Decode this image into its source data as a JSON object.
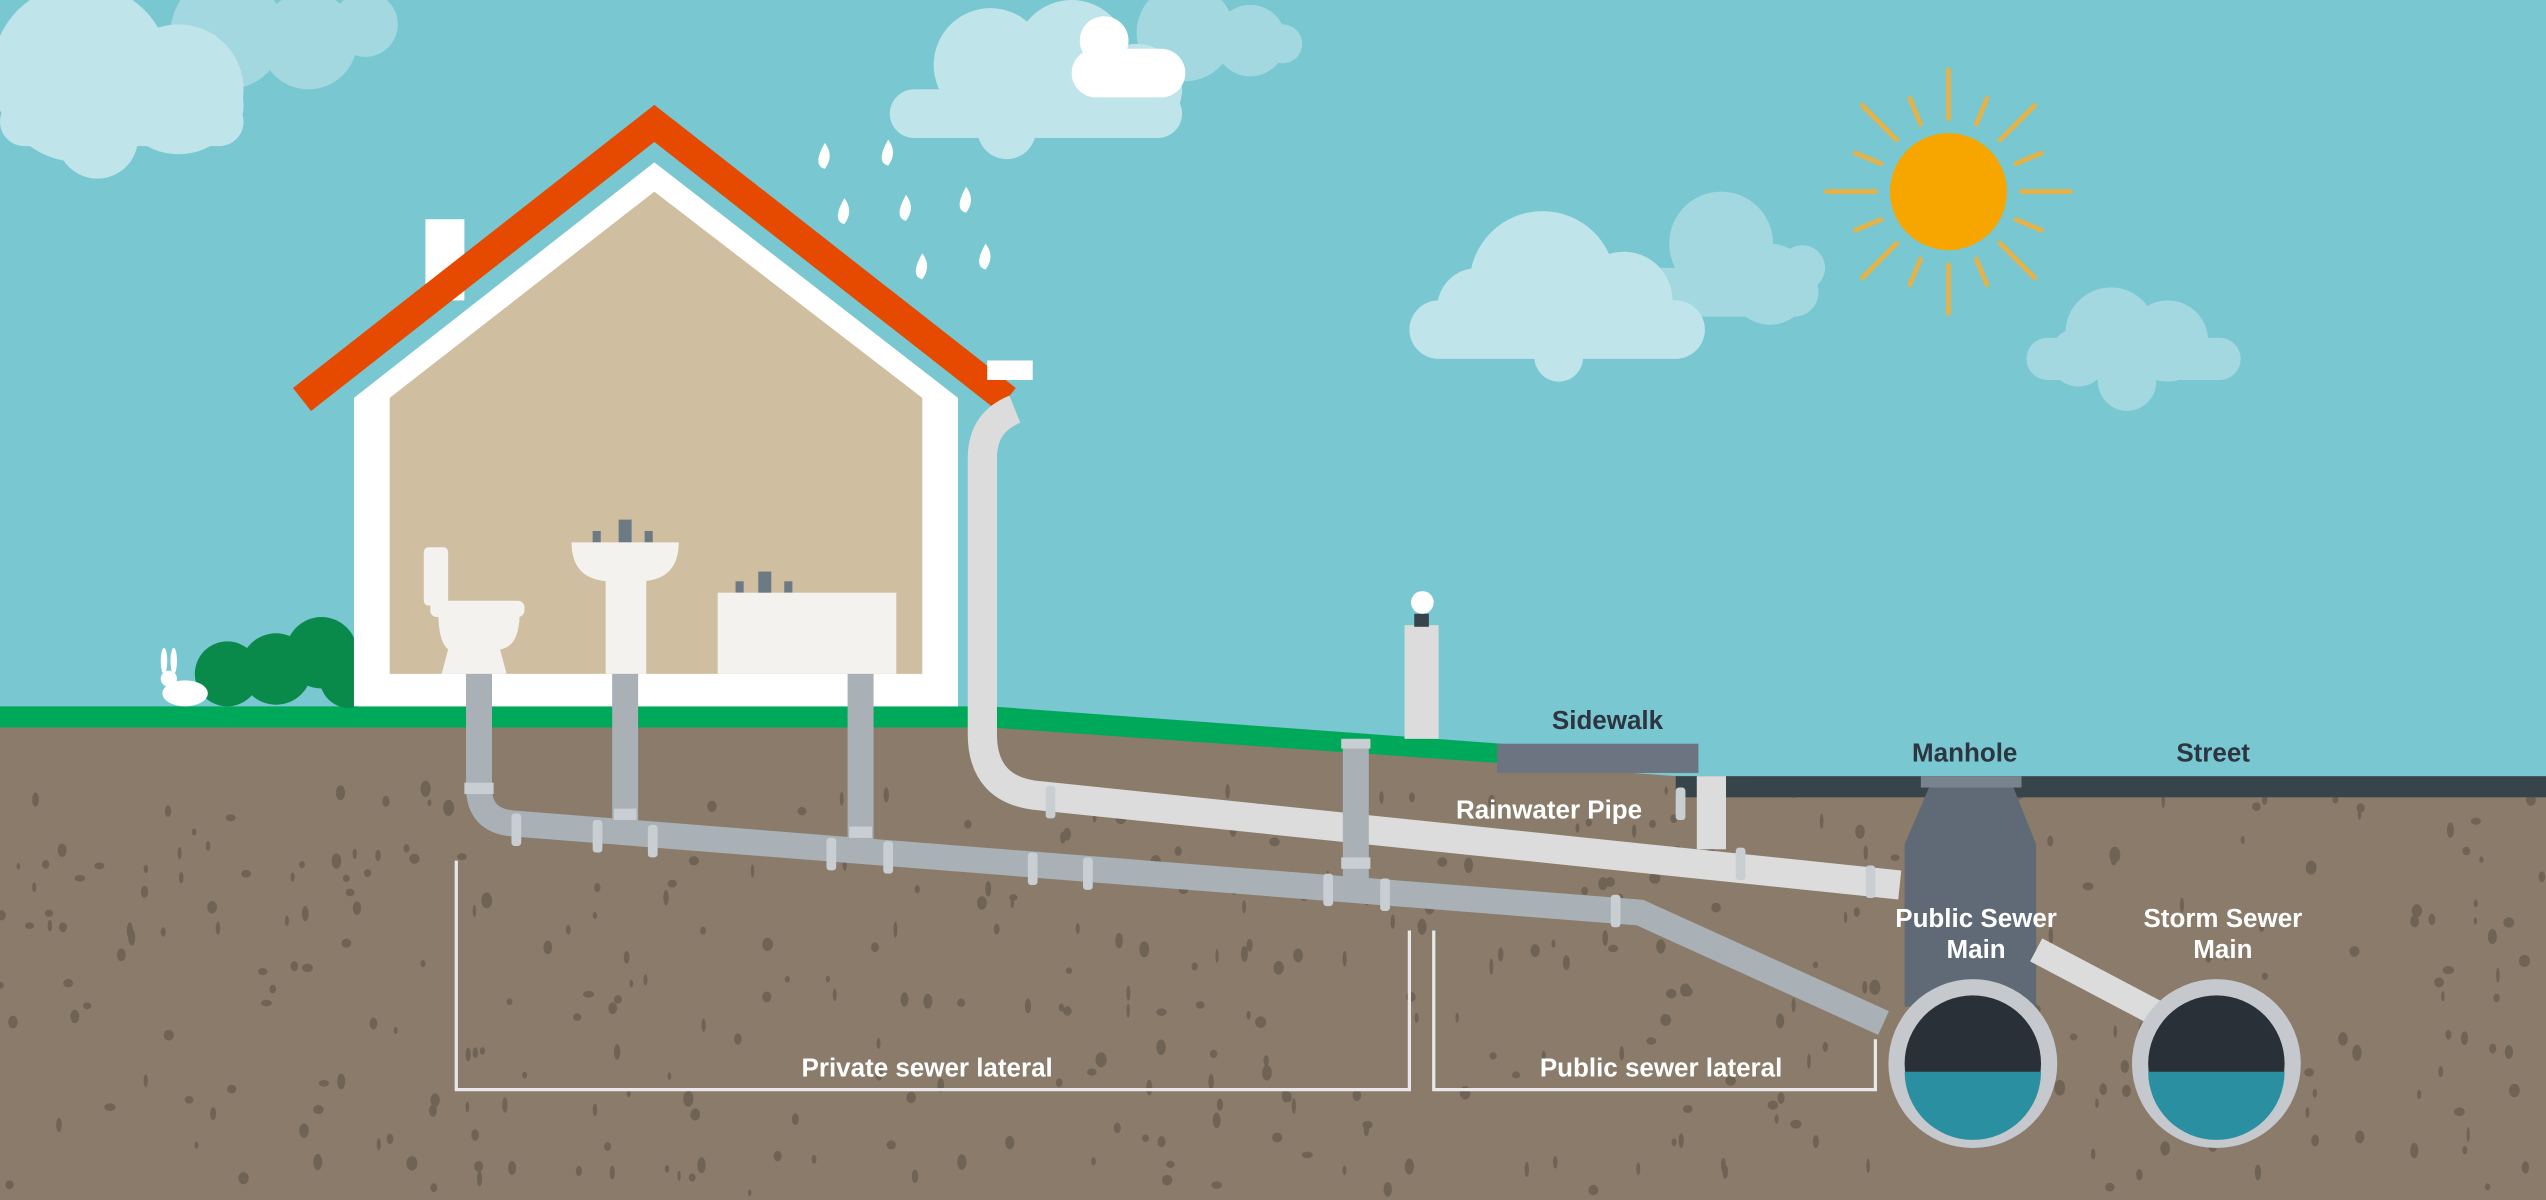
{
  "labels": {
    "sidewalk": "Sidewalk",
    "manhole": "Manhole",
    "street": "Street",
    "rainwater_pipe": "Rainwater Pipe",
    "public_sewer_main": [
      "Public Sewer",
      "Main"
    ],
    "storm_sewer_main": [
      "Storm Sewer",
      "Main"
    ],
    "private_lateral": "Private sewer lateral",
    "public_lateral": "Public sewer lateral"
  },
  "colors": {
    "sky": "#78c7d1",
    "ground": "#8a7b6b",
    "grass": "#00a85a",
    "roof": "#e64a00",
    "sun": "#f7a600",
    "sewer_pipe": "#a9b0b6",
    "rain_pipe": "#dcdcdc",
    "water": "#2a8fa0"
  }
}
